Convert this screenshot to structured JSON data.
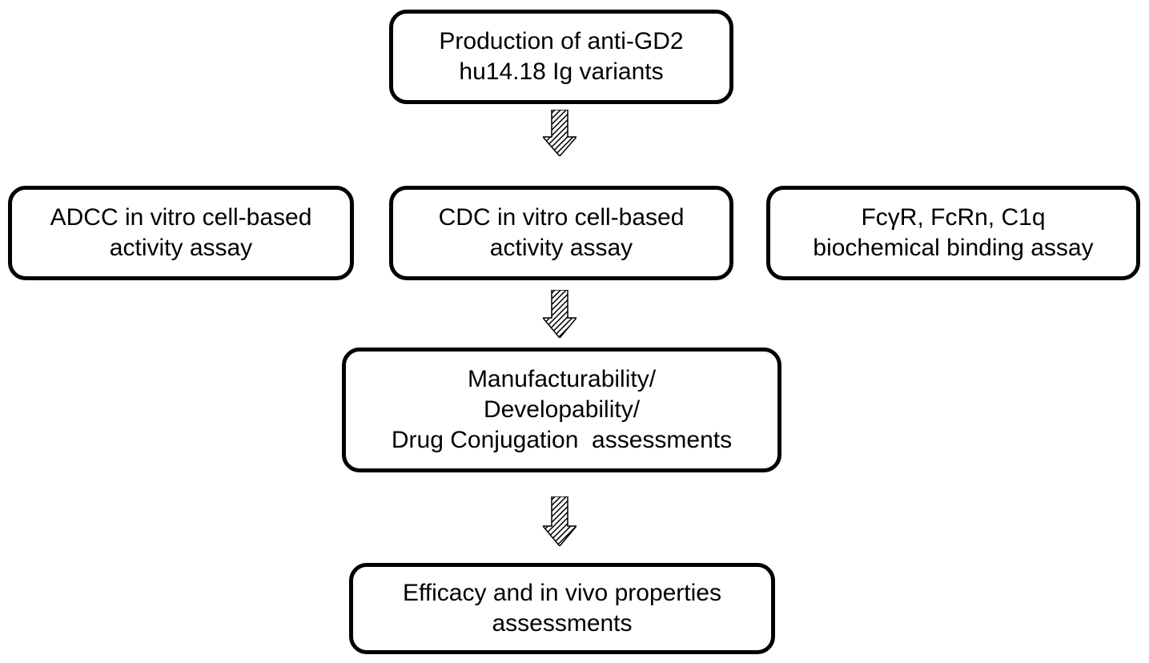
{
  "boxes": {
    "production": {
      "lines": [
        "Production of anti-GD2",
        "hu14.18 Ig variants"
      ]
    },
    "adcc": {
      "lines": [
        "ADCC in vitro cell-based",
        "activity assay"
      ]
    },
    "cdc": {
      "lines": [
        "CDC in vitro cell-based",
        "activity assay"
      ]
    },
    "binding": {
      "lines": [
        "FcγR, FcRn, C1q",
        "biochemical binding assay"
      ]
    },
    "manufacturability": {
      "lines": [
        "Manufacturability/",
        "Developability/",
        "Drug Conjugation  assessments"
      ]
    },
    "efficacy": {
      "lines": [
        "Efficacy and in vivo properties",
        "assessments"
      ]
    }
  },
  "colors": {
    "stroke": "#000000",
    "background": "#ffffff",
    "arrow_hatch": "#000000"
  },
  "icons": {
    "arrow": "hatched-down-arrow-icon"
  }
}
